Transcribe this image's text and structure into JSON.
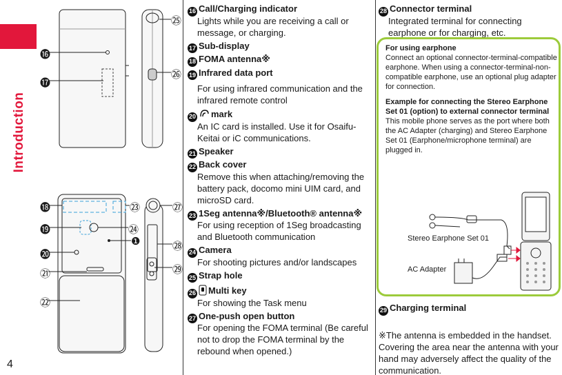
{
  "side": {
    "section": "Introduction",
    "page": "4"
  },
  "figures": {
    "callouts_top": [
      {
        "id": "16",
        "glyph": "⓰"
      },
      {
        "id": "17",
        "glyph": "⓱"
      },
      {
        "id": "25",
        "glyph": "㉕"
      },
      {
        "id": "26",
        "glyph": "㉖"
      }
    ],
    "callouts_bottom": [
      {
        "id": "18",
        "glyph": "⓲"
      },
      {
        "id": "19",
        "glyph": "⓳"
      },
      {
        "id": "20",
        "glyph": "⓴"
      },
      {
        "id": "21",
        "glyph": "㉑"
      },
      {
        "id": "22",
        "glyph": "㉒"
      },
      {
        "id": "23",
        "glyph": "㉓"
      },
      {
        "id": "24",
        "glyph": "㉔"
      },
      {
        "id": "1",
        "glyph": "❶"
      },
      {
        "id": "27",
        "glyph": "㉗"
      },
      {
        "id": "28",
        "glyph": "㉘"
      },
      {
        "id": "29",
        "glyph": "㉙"
      }
    ]
  },
  "items": [
    {
      "num": "16",
      "title": "Call/Charging indicator",
      "body": "Lights while you are receiving a call or message, or charging."
    },
    {
      "num": "17",
      "title": "Sub-display",
      "body": ""
    },
    {
      "num": "18",
      "title": "FOMA antenna※",
      "body": ""
    },
    {
      "num": "19",
      "title": "Infrared data port",
      "body": "For using infrared communication and the infrared remote control"
    },
    {
      "num": "20",
      "title": "mark",
      "body": "An IC card is installed. Use it for Osaifu-Keitai or iC communications."
    },
    {
      "num": "21",
      "title": "Speaker",
      "body": ""
    },
    {
      "num": "22",
      "title": "Back cover",
      "body": "Remove this when attaching/removing the battery pack, docomo mini UIM card, and microSD card."
    },
    {
      "num": "23",
      "title": "1Seg antenna※/Bluetooth® antenna※",
      "body": "For using reception of 1Seg broadcasting and Bluetooth communication"
    },
    {
      "num": "24",
      "title": "Camera",
      "body": "For shooting pictures and/or landscapes"
    },
    {
      "num": "25",
      "title": "Strap hole",
      "body": ""
    },
    {
      "num": "26",
      "title": "Multi key",
      "body": "For showing the Task menu"
    },
    {
      "num": "27",
      "title": "One-push open button",
      "body": "For opening the FOMA terminal (Be careful not to drop the FOMA terminal by the rebound when opened.)"
    }
  ],
  "items_right": [
    {
      "num": "28",
      "title": "Connector terminal",
      "body": "Integrated terminal for connecting earphone or for charging, etc."
    },
    {
      "num": "29",
      "title": "Charging terminal",
      "body": ""
    }
  ],
  "greenbox": {
    "head1": "For using earphone",
    "text1": "Connect an optional connector-terminal-compatible earphone. When using a connector-terminal-non-compatible earphone, use an optional plug adapter for connection.",
    "head2": "Example for connecting the Stereo Earphone Set 01 (option) to external connector terminal",
    "text2": "This mobile phone serves as the port where both the AC Adapter (charging) and Stereo Earphone Set 01 (Earphone/microphone terminal) are plugged in.",
    "label_earphone": "Stereo Earphone Set 01",
    "label_adapter": "AC Adapter"
  },
  "note": {
    "mark": "※",
    "text": "The antenna is embedded in the handset. Covering the area near the antenna with your hand may adversely affect the quality of the communication."
  },
  "colors": {
    "accent": "#e2173b",
    "box": "#9ccb3b"
  }
}
